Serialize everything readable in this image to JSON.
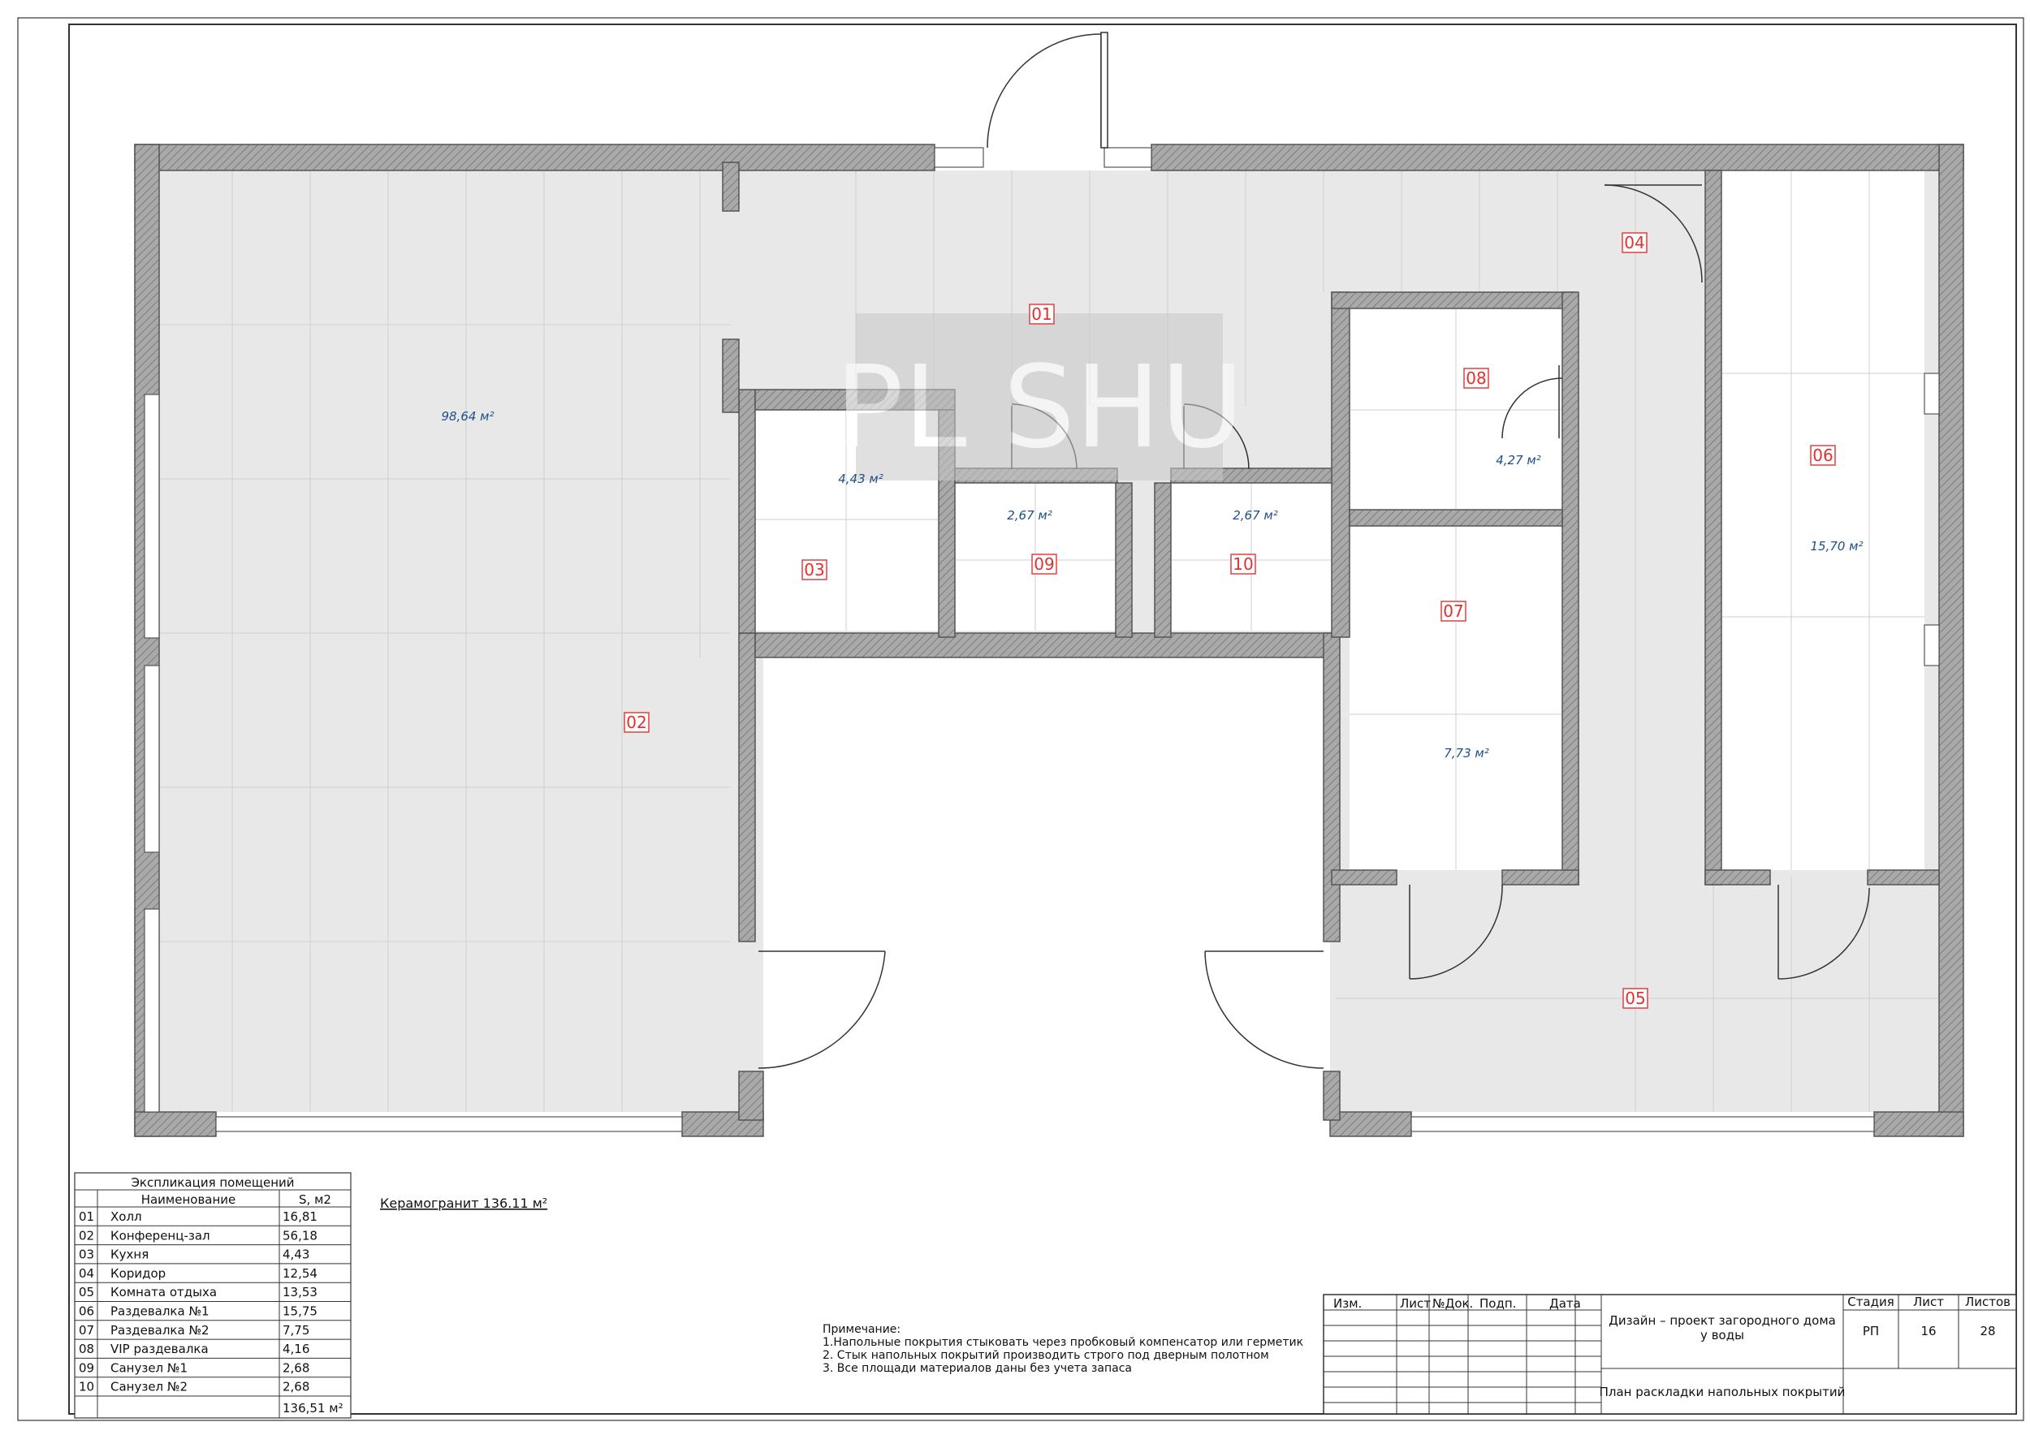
{
  "sheet": {
    "title": "Дизайн – проект загородного дома у воды",
    "title_line1": "Дизайн – проект загородного дома",
    "title_line2": "у воды",
    "drawing_name": "План раскладки напольных покрытий",
    "stamp_headers": [
      "Изм.",
      "Лист",
      "№Док.",
      "Подп.",
      "Дата"
    ],
    "stage_header": "Стадия",
    "sheet_header": "Лист",
    "sheets_header": "Листов",
    "stage": "РП",
    "sheet": "16",
    "sheets": "28"
  },
  "plan": {
    "rooms": [
      {
        "id": "01",
        "area": ""
      },
      {
        "id": "02",
        "area": "98,64 м²"
      },
      {
        "id": "03",
        "area": "4,43 м²"
      },
      {
        "id": "04",
        "area": ""
      },
      {
        "id": "05",
        "area": ""
      },
      {
        "id": "06",
        "area": "15,70 м²"
      },
      {
        "id": "07",
        "area": "7,73 м²"
      },
      {
        "id": "08",
        "area": "4,27 м²"
      },
      {
        "id": "09",
        "area": "2,67 м²"
      },
      {
        "id": "10",
        "area": "2,67 м²"
      }
    ],
    "material_label": "Керамогранит  136.11 м²"
  },
  "explication": {
    "title": "Экспликация помещений",
    "col_name": "Наименование",
    "col_area": "S, м2",
    "rows": [
      {
        "no": "01",
        "name": "Холл",
        "area": "16,81"
      },
      {
        "no": "02",
        "name": "Конференц-зал",
        "area": "56,18"
      },
      {
        "no": "03",
        "name": "Кухня",
        "area": "4,43"
      },
      {
        "no": "04",
        "name": "Коридор",
        "area": "12,54"
      },
      {
        "no": "05",
        "name": "Комната отдыха",
        "area": "13,53"
      },
      {
        "no": "06",
        "name": "Раздевалка №1",
        "area": "15,75"
      },
      {
        "no": "07",
        "name": "Раздевалка №2",
        "area": "7,75"
      },
      {
        "no": "08",
        "name": "VIP раздевалка",
        "area": "4,16"
      },
      {
        "no": "09",
        "name": "Санузел №1",
        "area": "2,68"
      },
      {
        "no": "10",
        "name": "Санузел №2",
        "area": "2,68"
      }
    ],
    "total": "136,51 м²"
  },
  "notes": {
    "title": "Примечание:",
    "lines": [
      "1.Напольные покрытия стыковать через пробковый компенсатор или герметик",
      "2. Стык напольных покрытий производить строго под дверным полотном",
      "3. Все площади материалов даны без учета запаса"
    ]
  },
  "watermark": {
    "text": "PL SHU"
  },
  "colors": {
    "wall": "#8e8e8e",
    "floor": "#e8e8e8",
    "tag": "#e03030",
    "area": "#1d4f8a"
  }
}
